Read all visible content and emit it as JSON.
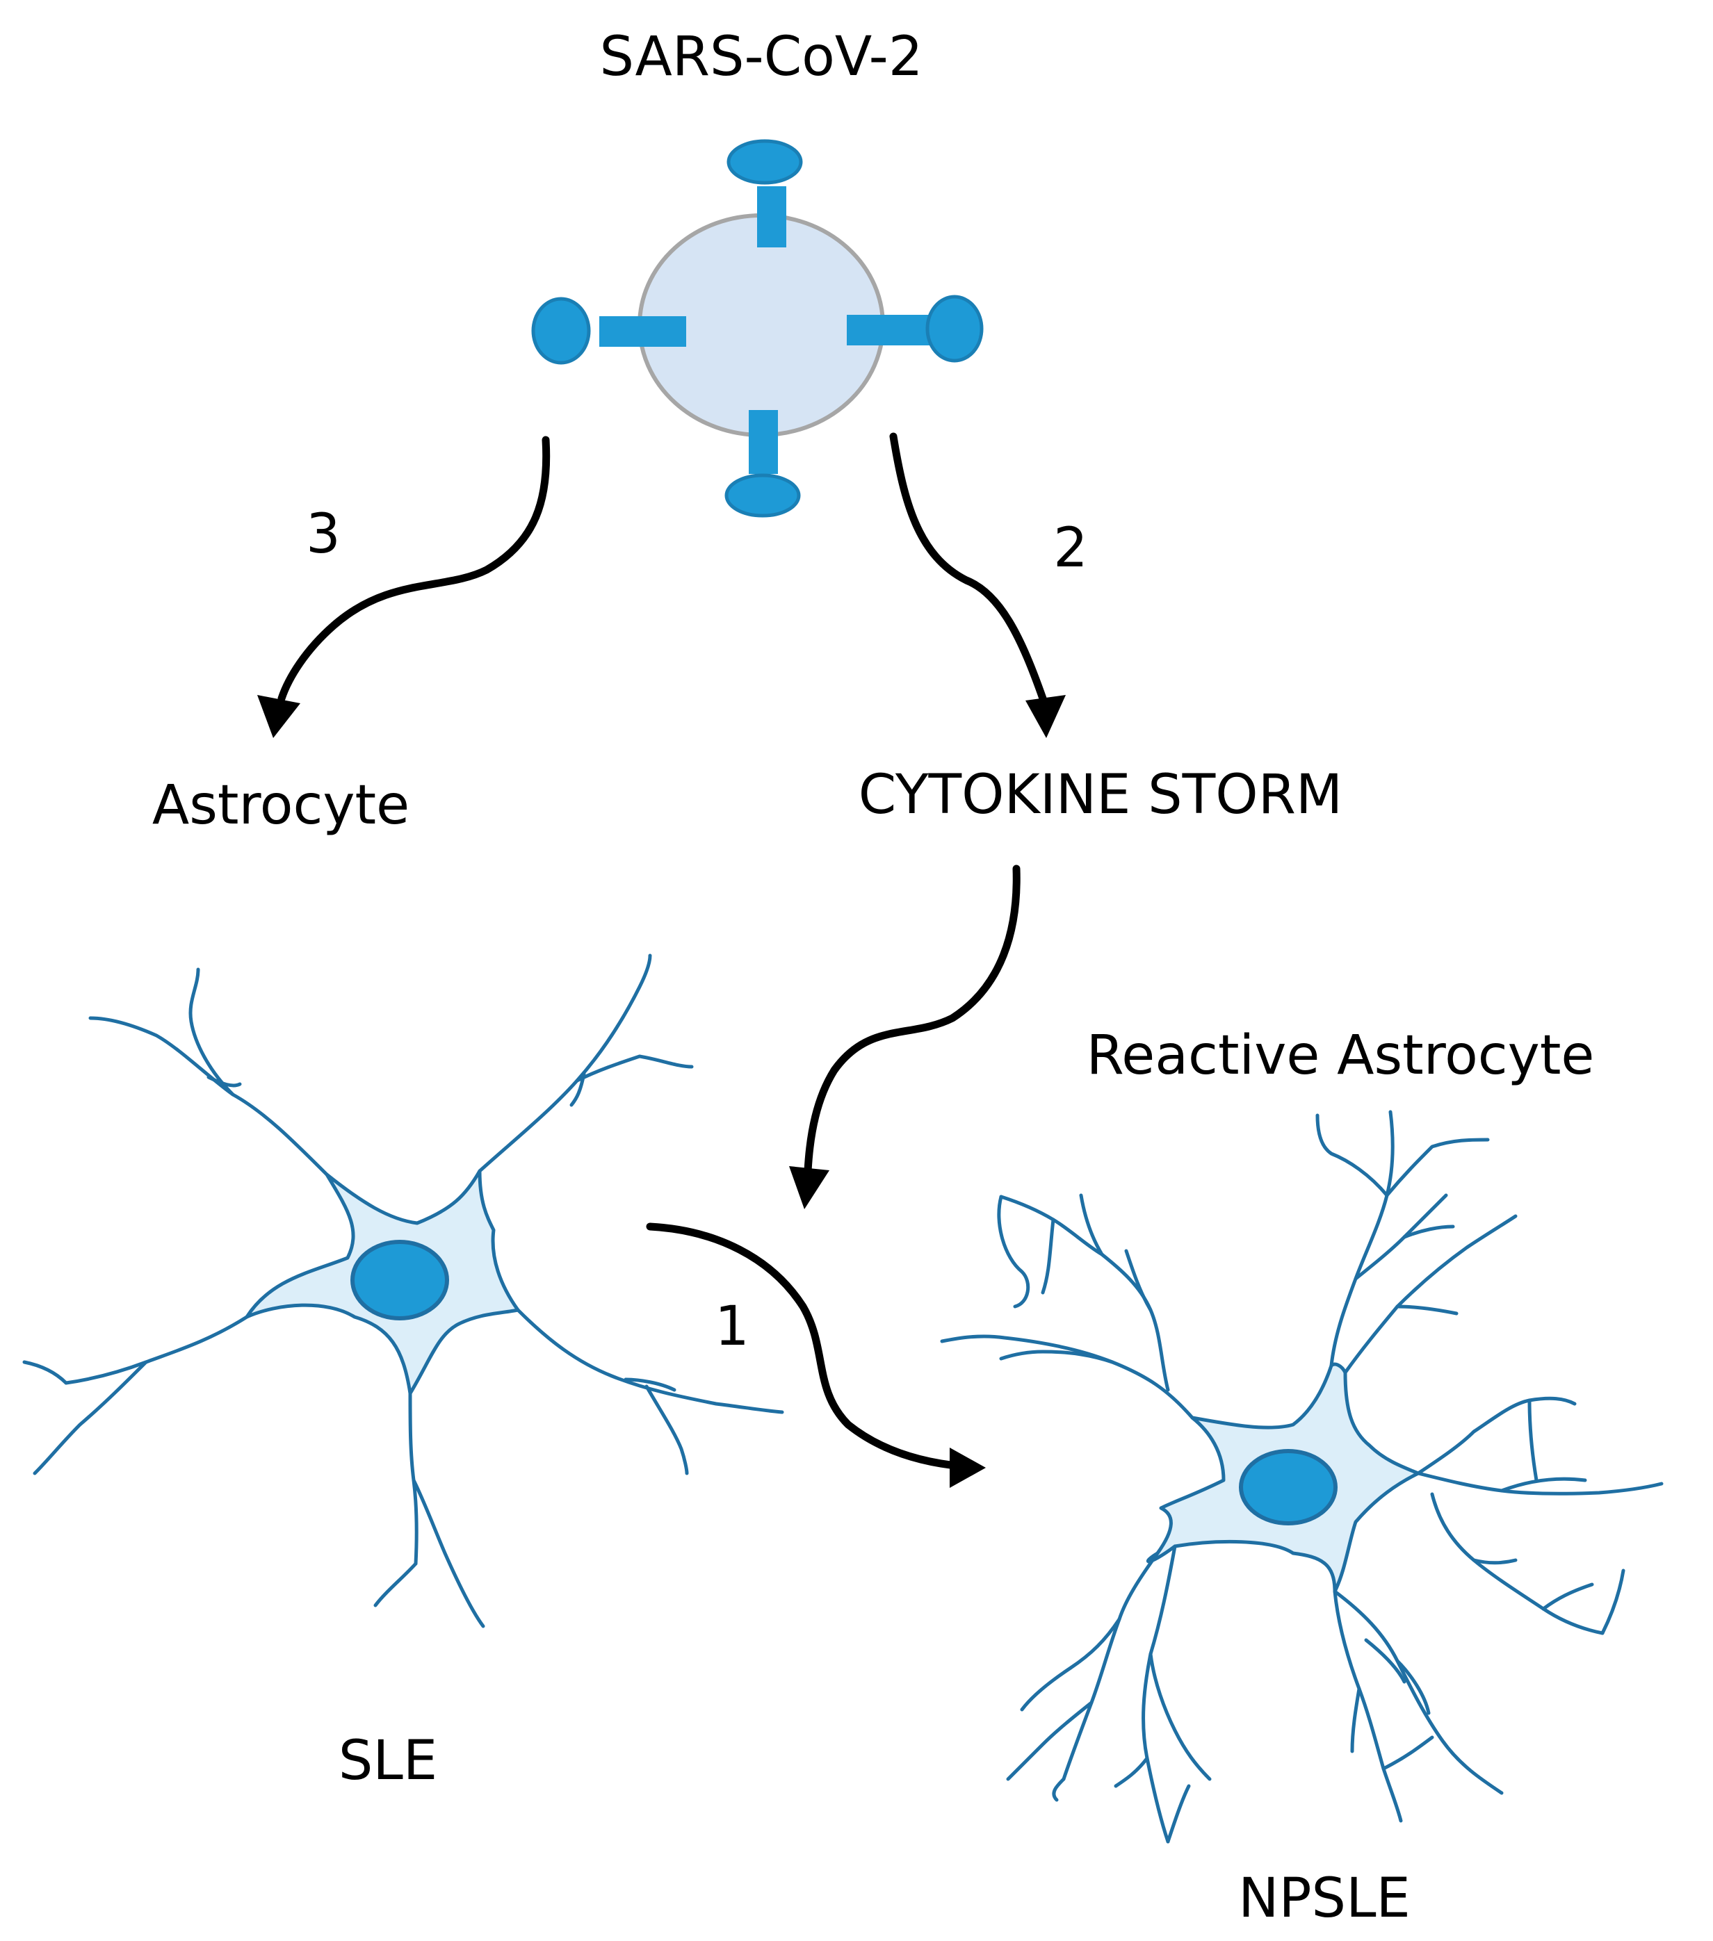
{
  "labels": {
    "virus": "SARS-CoV-2",
    "astrocyte": "Astrocyte",
    "cytokine_storm": "CYTOKINE STORM",
    "reactive_astrocyte": "Reactive Astrocyte",
    "sle": "SLE",
    "npsle": "NPSLE",
    "step1": "1",
    "step2": "2",
    "step3": "3"
  },
  "colors": {
    "virus_body_fill": "#d6e4f4",
    "virus_body_stroke": "#a6a6a6",
    "spike": "#1e9ad6",
    "spike_stroke": "#1a7fb5",
    "cell_body_fill": "#dceef9",
    "cell_outline": "#1f6fa3",
    "nucleus": "#1e9ad6",
    "arrow": "#000000"
  }
}
